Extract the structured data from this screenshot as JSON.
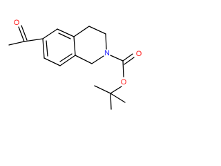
{
  "molecule": {
    "atoms": [
      {
        "id": "o_acetyl",
        "symbol": "O",
        "color": "#ff0d0d"
      },
      {
        "id": "n_ring",
        "symbol": "N",
        "color": "#3050f8"
      },
      {
        "id": "o_carbonyl",
        "symbol": "O",
        "color": "#ff0d0d"
      },
      {
        "id": "o_ester",
        "symbol": "O",
        "color": "#ff0d0d"
      }
    ],
    "bond_color": "#000000"
  }
}
